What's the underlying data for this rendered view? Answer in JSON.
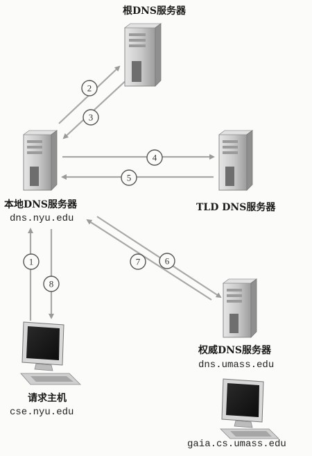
{
  "nodes": {
    "root": {
      "label": "根DNS服务器"
    },
    "local": {
      "label": "本地DNS服务器",
      "host": "dns.nyu.edu"
    },
    "tld": {
      "label": "TLD DNS服务器"
    },
    "auth": {
      "label": "权威DNS服务器",
      "host": "dns.umass.edu"
    },
    "client": {
      "label": "请求主机",
      "host": "cse.nyu.edu"
    },
    "target": {
      "host": "gaia.cs.umass.edu"
    }
  },
  "steps": [
    "1",
    "2",
    "3",
    "4",
    "5",
    "6",
    "7",
    "8"
  ],
  "colors": {
    "arrow": "#9a9a9a",
    "server_body": "#cfcfcf",
    "server_dark": "#8e8e8e",
    "circle": "#555555"
  },
  "icons": [
    "server-icon",
    "computer-icon"
  ]
}
